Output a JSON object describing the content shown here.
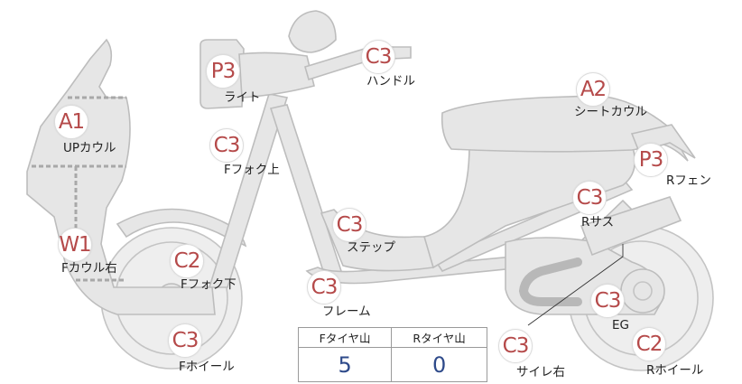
{
  "parts": [
    {
      "id": "up-cowl",
      "grade": "A1",
      "label": "UPカウル"
    },
    {
      "id": "light",
      "grade": "P3",
      "label": "ライト"
    },
    {
      "id": "handle",
      "grade": "C3",
      "label": "ハンドル"
    },
    {
      "id": "f-fork-upper",
      "grade": "C3",
      "label": "Fフォク上"
    },
    {
      "id": "seat-cowl",
      "grade": "A2",
      "label": "シートカウル"
    },
    {
      "id": "r-fender",
      "grade": "P3",
      "label": "Rフェン"
    },
    {
      "id": "r-suspension",
      "grade": "C3",
      "label": "Rサス"
    },
    {
      "id": "step",
      "grade": "C3",
      "label": "ステップ"
    },
    {
      "id": "f-cowl-right",
      "grade": "W1",
      "label": "Fカウル右"
    },
    {
      "id": "f-fork-lower",
      "grade": "C2",
      "label": "Fフォク下"
    },
    {
      "id": "frame",
      "grade": "C3",
      "label": "フレーム"
    },
    {
      "id": "engine",
      "grade": "C3",
      "label": "EG"
    },
    {
      "id": "f-wheel",
      "grade": "C3",
      "label": "Fホイール"
    },
    {
      "id": "muffler-right",
      "grade": "C3",
      "label": "サイレ右"
    },
    {
      "id": "r-wheel",
      "grade": "C2",
      "label": "Rホイール"
    }
  ],
  "tire_tread": {
    "front_header": "Fタイヤ山",
    "rear_header": "Rタイヤ山",
    "front_value": "5",
    "rear_value": "0"
  },
  "colors": {
    "grade_text": "#b54a4a",
    "tire_value": "#2e4a8a",
    "part_fill": "#e6e6e6",
    "part_stroke": "#bdbdbd"
  }
}
